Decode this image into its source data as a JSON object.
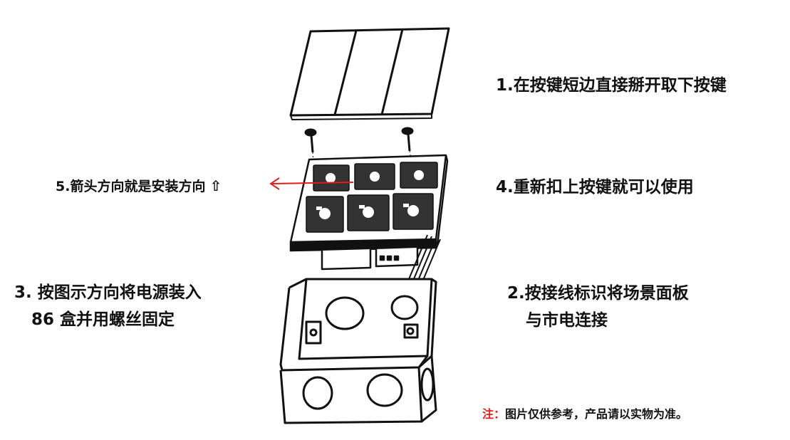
{
  "steps": {
    "step1": "1.在按键短边直接掰开取下按键",
    "step2_line1": "2.按接线标识将场景面板",
    "step2_line2": "与市电连接",
    "step3_line1": "3.  按图示方向将电源装入",
    "step3_line2": "86 盒并用螺丝固定",
    "step4": "4.重新扣上按键就可以使用",
    "step5": "5.箭头方向就是安装方向"
  },
  "note": {
    "prefix": "注：",
    "text": "图片仅供参考，产品请以实物为准。"
  },
  "colors": {
    "arrow": "#e31b1b",
    "note_prefix": "#e31b1b",
    "line": "#111111"
  },
  "icons": {
    "install_direction": "up-arrow-icon"
  }
}
